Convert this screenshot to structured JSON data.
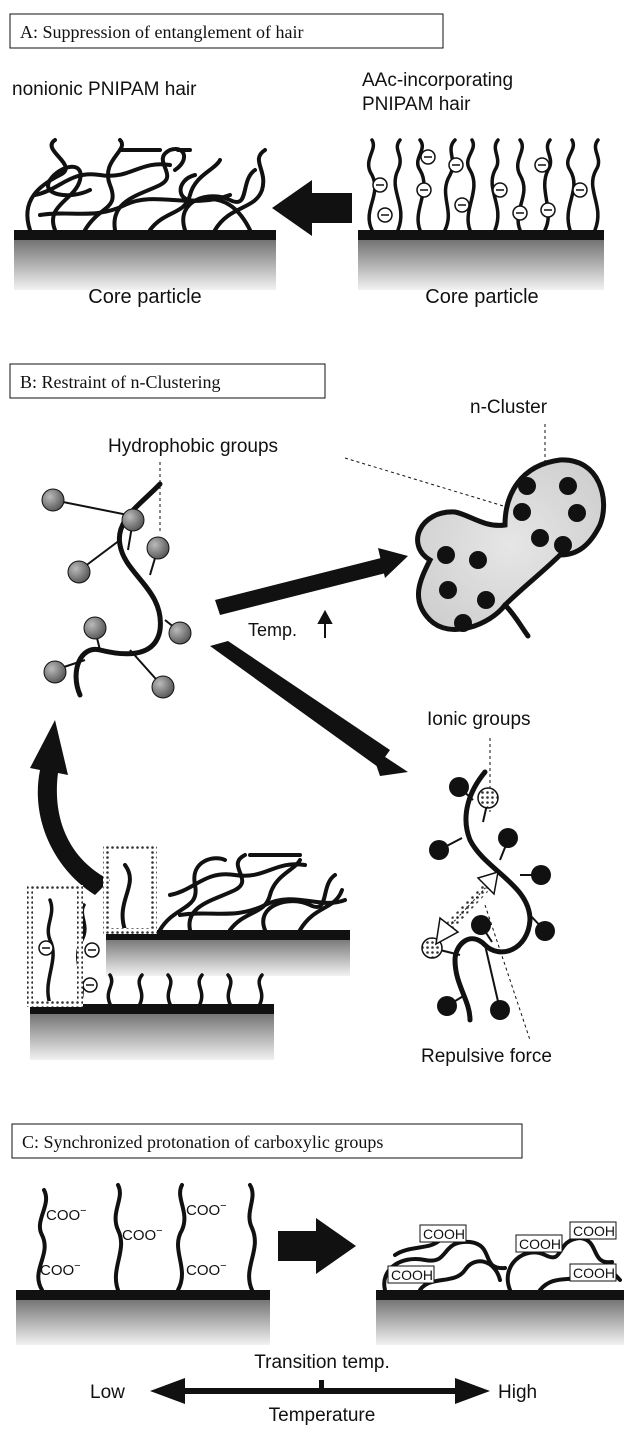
{
  "panel_a": {
    "title": "A: Suppression of entanglement of hair",
    "left_label": "nonionic PNIPAM hair",
    "right_label_line1": "AAc-incorporating",
    "right_label_line2": "PNIPAM hair",
    "left_core": "Core particle",
    "right_core": "Core particle"
  },
  "panel_b": {
    "title": "B: Restraint of n-Clustering",
    "n_cluster": "n-Cluster",
    "hydrophobic": "Hydrophobic groups",
    "temp": "Temp.",
    "ionic": "Ionic groups",
    "repulsive": "Repulsive force"
  },
  "panel_c": {
    "title": "C: Synchronized protonation of carboxylic groups",
    "coo": "COO",
    "cooh": "COOH",
    "transition": "Transition temp.",
    "low": "Low",
    "high": "High",
    "temperature": "Temperature"
  },
  "colors": {
    "ink": "#111111",
    "core_gradient_end": "#eeeeee"
  }
}
